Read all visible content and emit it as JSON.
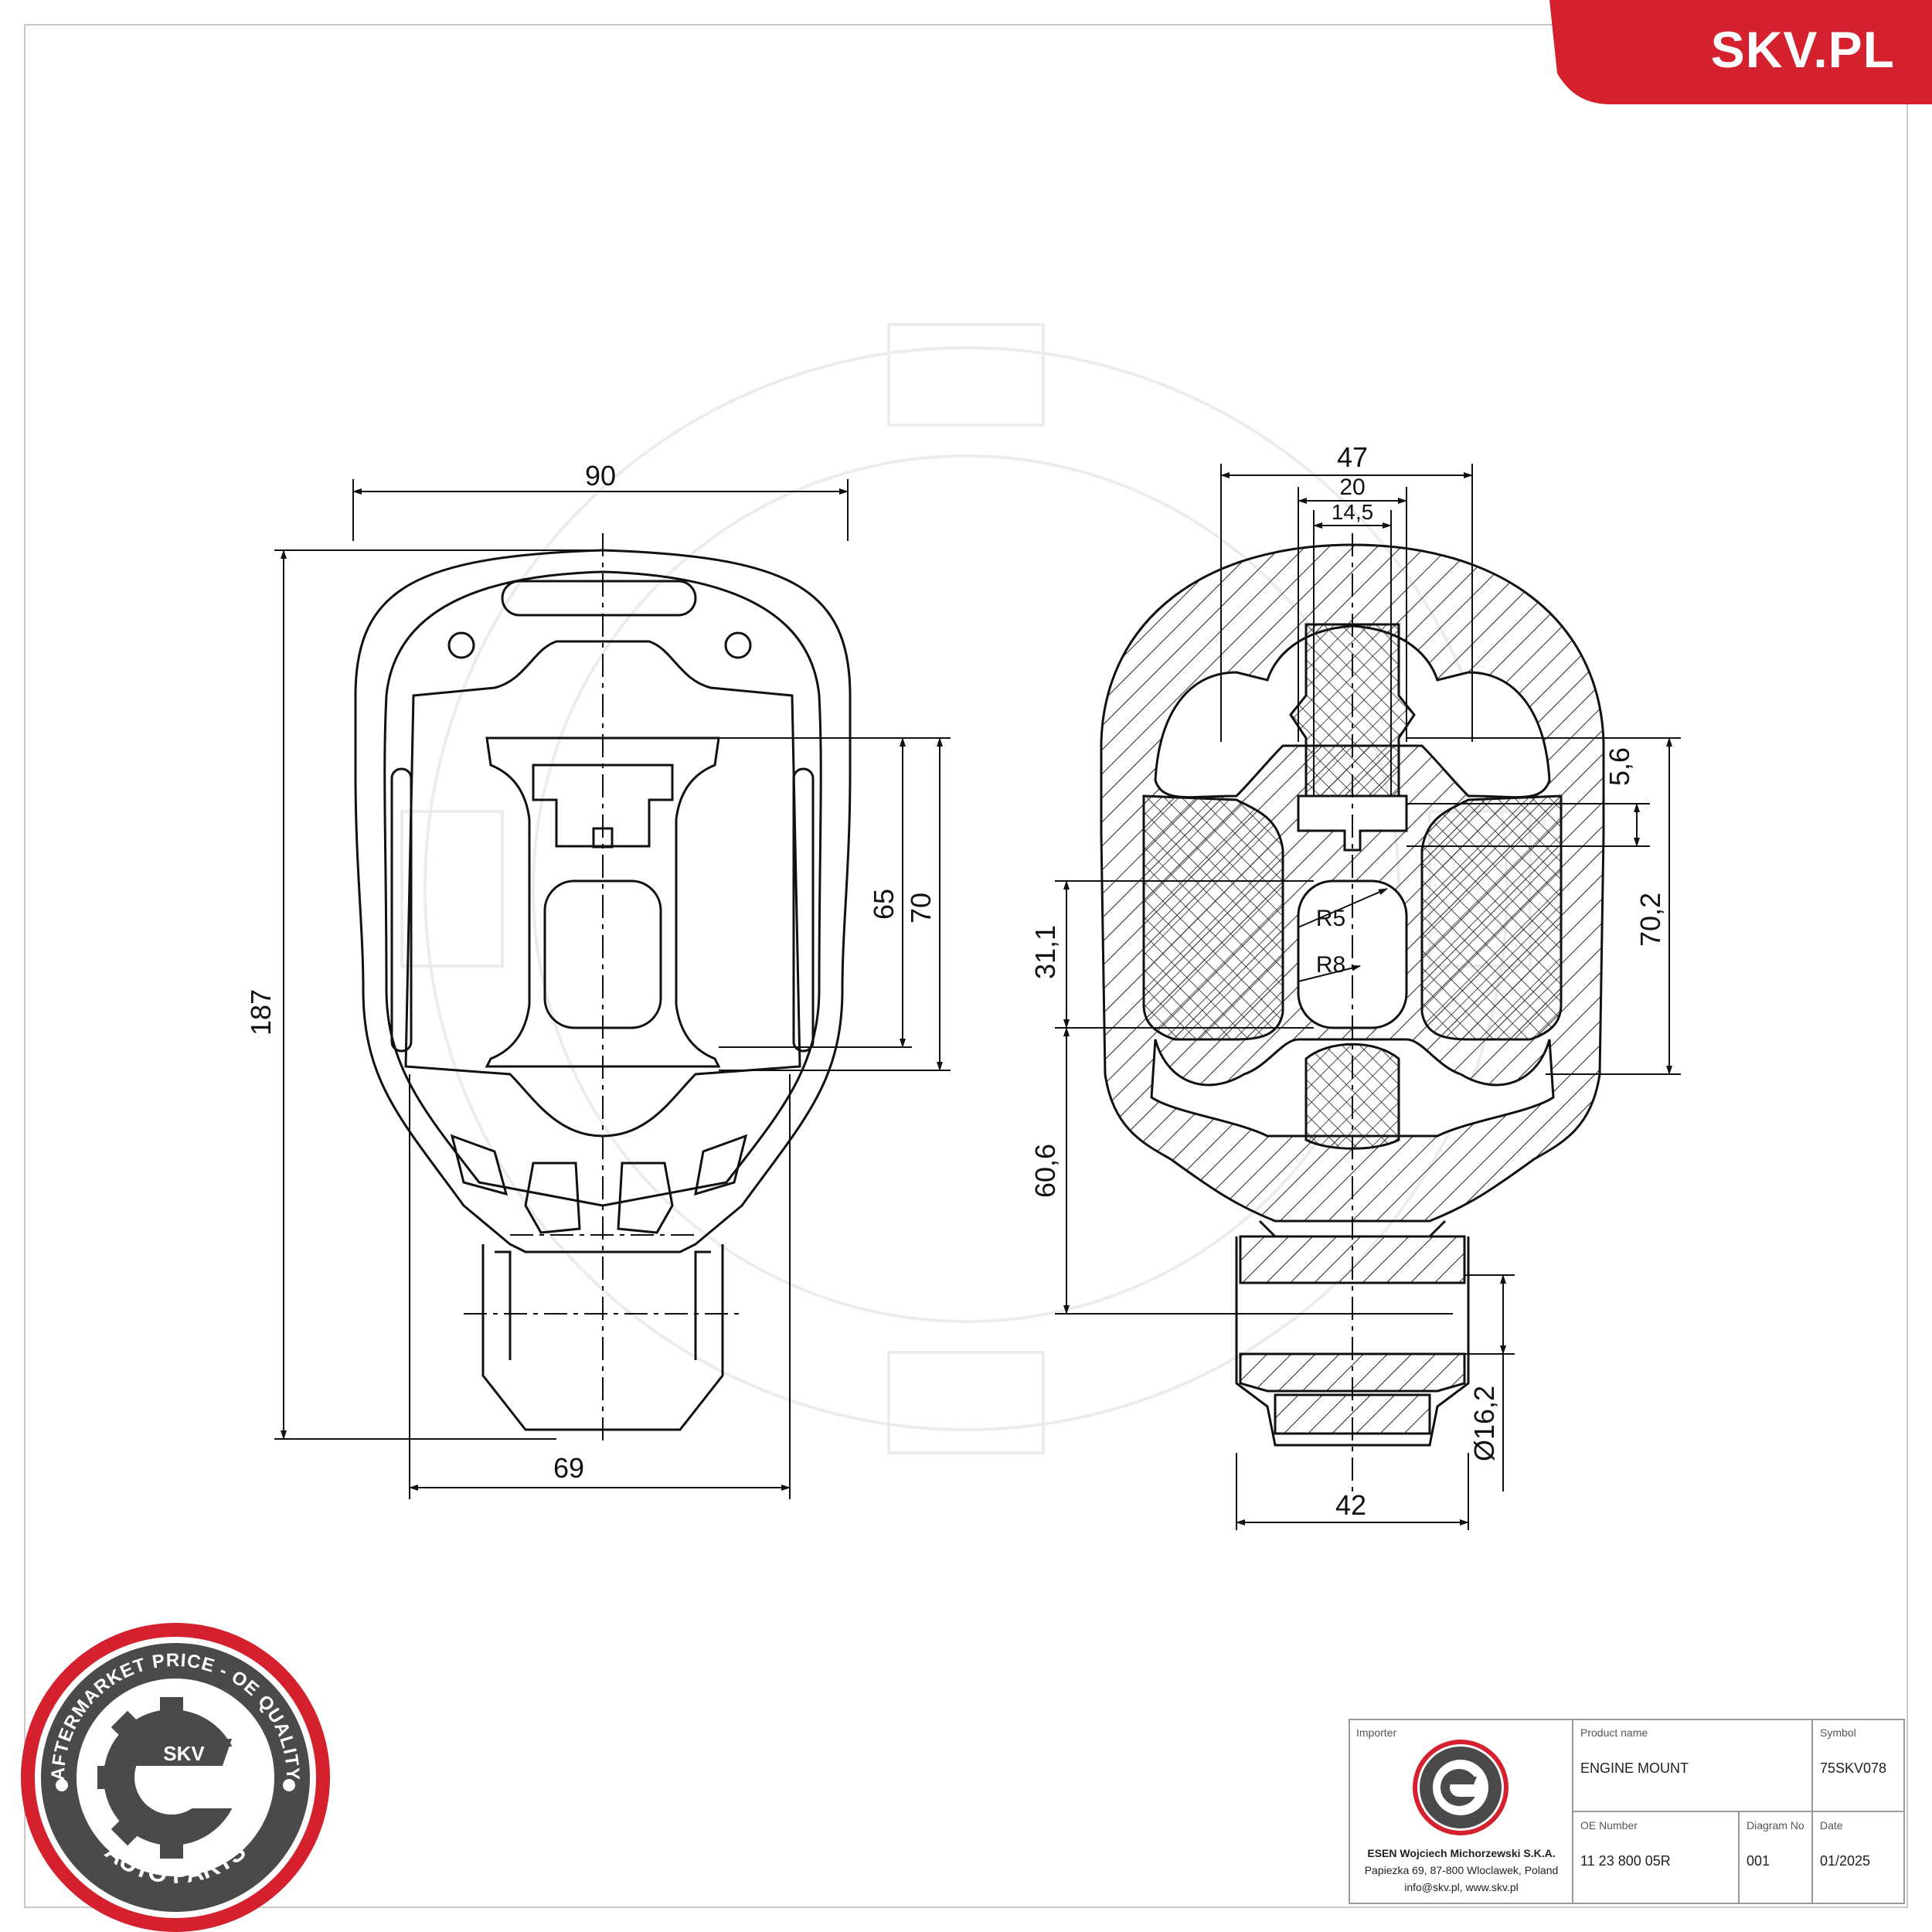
{
  "brand": {
    "site_label": "SKV.PL",
    "accent_color": "#d5202e"
  },
  "drawing": {
    "front_view": {
      "dims": {
        "width_top": "90",
        "height_total": "187",
        "height_inner_65": "65",
        "height_inner_70": "70",
        "width_bottom": "69"
      }
    },
    "side_view": {
      "dims": {
        "width_47": "47",
        "width_20": "20",
        "width_14_5": "14,5",
        "dim_5_6": "5,6",
        "dim_70_2": "70,2",
        "dim_31_1": "31,1",
        "dim_60_6": "60,6",
        "radius_r5": "R5",
        "radius_r8": "R8",
        "diameter": "Ø16,2",
        "width_42": "42"
      }
    }
  },
  "seal": {
    "ring_text": "AFTERMARKET PRICE - OE QUALITY",
    "bottom_text": "AUTO PARTS",
    "center_text": "SKV"
  },
  "title_block": {
    "importer_label": "Importer",
    "importer_name": "ESEN Wojciech Michorzewski S.K.A.",
    "importer_address": "Papiezka 69, 87-800 Wloclawek, Poland",
    "importer_contact": "info@skv.pl, www.skv.pl",
    "product_name_label": "Product name",
    "product_name": "ENGINE MOUNT",
    "symbol_label": "Symbol",
    "symbol": "75SKV078",
    "oe_number_label": "OE Number",
    "oe_number": "11 23 800 05R",
    "diagram_no_label": "Diagram No",
    "diagram_no": "001",
    "date_label": "Date",
    "date": "01/2025"
  }
}
